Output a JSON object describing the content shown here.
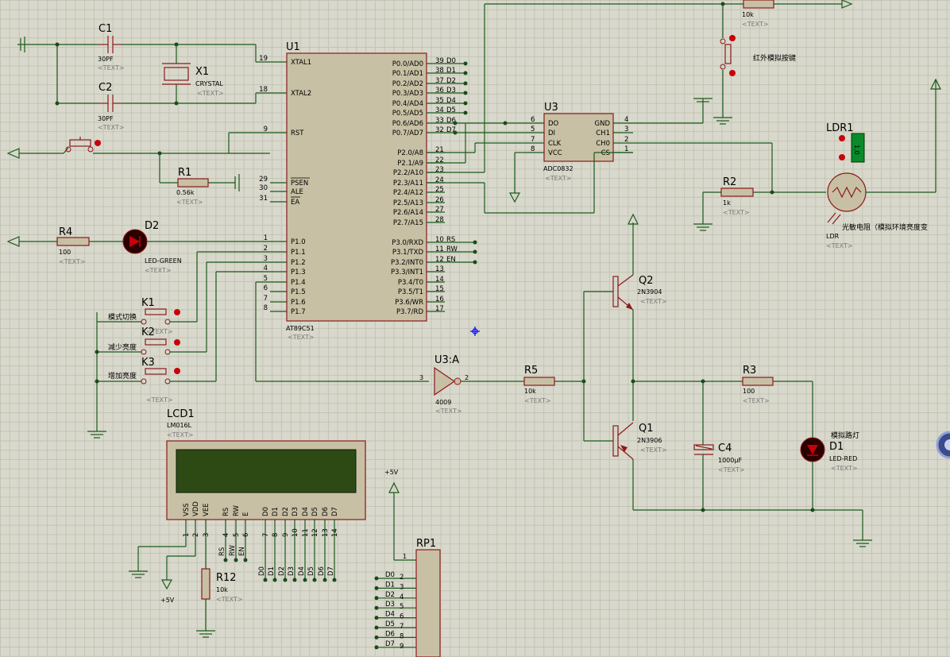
{
  "u1": {
    "ref": "U1",
    "part": "AT89C51",
    "text": "<TEXT>",
    "left_pins": [
      {
        "num": "19",
        "name": "XTAL1"
      },
      {
        "num": "18",
        "name": "XTAL2"
      },
      {
        "num": "9",
        "name": "RST"
      },
      {
        "num": "29",
        "name": "PSEN"
      },
      {
        "num": "30",
        "name": "ALE"
      },
      {
        "num": "31",
        "name": "EA"
      },
      {
        "num": "1",
        "name": "P1.0"
      },
      {
        "num": "2",
        "name": "P1.1"
      },
      {
        "num": "3",
        "name": "P1.2"
      },
      {
        "num": "4",
        "name": "P1.3"
      },
      {
        "num": "5",
        "name": "P1.4"
      },
      {
        "num": "6",
        "name": "P1.5"
      },
      {
        "num": "7",
        "name": "P1.6"
      },
      {
        "num": "8",
        "name": "P1.7"
      }
    ],
    "right_pins": [
      {
        "num": "39",
        "name": "P0.0/AD0",
        "net": "D0"
      },
      {
        "num": "38",
        "name": "P0.1/AD1",
        "net": "D1"
      },
      {
        "num": "37",
        "name": "P0.2/AD2",
        "net": "D2"
      },
      {
        "num": "36",
        "name": "P0.3/AD3",
        "net": "D3"
      },
      {
        "num": "35",
        "name": "P0.4/AD4",
        "net": "D4"
      },
      {
        "num": "34",
        "name": "P0.5/AD5",
        "net": "D5"
      },
      {
        "num": "33",
        "name": "P0.6/AD6",
        "net": "D6"
      },
      {
        "num": "32",
        "name": "P0.7/AD7",
        "net": "D7"
      },
      {
        "num": "21",
        "name": "P2.0/A8",
        "net": ""
      },
      {
        "num": "22",
        "name": "P2.1/A9",
        "net": ""
      },
      {
        "num": "23",
        "name": "P2.2/A10",
        "net": ""
      },
      {
        "num": "24",
        "name": "P2.3/A11",
        "net": ""
      },
      {
        "num": "25",
        "name": "P2.4/A12",
        "net": ""
      },
      {
        "num": "26",
        "name": "P2.5/A13",
        "net": ""
      },
      {
        "num": "27",
        "name": "P2.6/A14",
        "net": ""
      },
      {
        "num": "28",
        "name": "P2.7/A15",
        "net": ""
      },
      {
        "num": "10",
        "name": "P3.0/RXD",
        "net": "RS"
      },
      {
        "num": "11",
        "name": "P3.1/TXD",
        "net": "RW"
      },
      {
        "num": "12",
        "name": "P3.2/INT0",
        "net": "EN"
      },
      {
        "num": "13",
        "name": "P3.3/INT1",
        "net": ""
      },
      {
        "num": "14",
        "name": "P3.4/T0",
        "net": ""
      },
      {
        "num": "15",
        "name": "P3.5/T1",
        "net": ""
      },
      {
        "num": "16",
        "name": "P3.6/WR",
        "net": ""
      },
      {
        "num": "17",
        "name": "P3.7/RD",
        "net": ""
      }
    ]
  },
  "u3": {
    "ref": "U3",
    "part": "ADC0832",
    "text": "<TEXT>",
    "left_pins": [
      {
        "num": "6",
        "name": "DO"
      },
      {
        "num": "5",
        "name": "DI"
      },
      {
        "num": "7",
        "name": "CLK"
      },
      {
        "num": "8",
        "name": "VCC"
      }
    ],
    "right_pins": [
      {
        "num": "4",
        "name": "GND"
      },
      {
        "num": "3",
        "name": "CH1"
      },
      {
        "num": "2",
        "name": "CH0"
      },
      {
        "num": "1",
        "name": "CS"
      }
    ]
  },
  "lcd": {
    "ref": "LCD1",
    "part": "LM016L",
    "text": "<TEXT>",
    "pins": [
      {
        "name": "VSS",
        "num": "1"
      },
      {
        "name": "VDD",
        "num": "2"
      },
      {
        "name": "VEE",
        "num": "3"
      },
      {
        "name": "RS",
        "num": "4"
      },
      {
        "name": "RW",
        "num": "5"
      },
      {
        "name": "E",
        "num": "6"
      },
      {
        "name": "D0",
        "num": "7"
      },
      {
        "name": "D1",
        "num": "8"
      },
      {
        "name": "D2",
        "num": "9"
      },
      {
        "name": "D3",
        "num": "10"
      },
      {
        "name": "D4",
        "num": "11"
      },
      {
        "name": "D5",
        "num": "12"
      },
      {
        "name": "D6",
        "num": "13"
      },
      {
        "name": "D7",
        "num": "14"
      }
    ],
    "net_labels": [
      "RS",
      "RW",
      "EN",
      "D0",
      "D1",
      "D2",
      "D3",
      "D4",
      "D5",
      "D6",
      "D7"
    ]
  },
  "rp1": {
    "ref": "RP1",
    "pin1": "1",
    "nets": [
      {
        "net": "D0",
        "num": "2"
      },
      {
        "net": "D1",
        "num": "3"
      },
      {
        "net": "D2",
        "num": "4"
      },
      {
        "net": "D3",
        "num": "5"
      },
      {
        "net": "D4",
        "num": "6"
      },
      {
        "net": "D5",
        "num": "7"
      },
      {
        "net": "D6",
        "num": "8"
      },
      {
        "net": "D7",
        "num": "9"
      }
    ]
  },
  "u3a": {
    "ref": "U3:A",
    "part": "4009",
    "text": "<TEXT>",
    "in_pin": "3",
    "out_pin": "2"
  },
  "components": {
    "c1": {
      "ref": "C1",
      "value": "30PF",
      "text": "<TEXT>"
    },
    "c2": {
      "ref": "C2",
      "value": "30PF",
      "text": "<TEXT>"
    },
    "x1": {
      "ref": "X1",
      "value": "CRYSTAL",
      "text": "<TEXT>"
    },
    "r1": {
      "ref": "R1",
      "value": "0.56k",
      "text": "<TEXT>"
    },
    "r2": {
      "ref": "R2",
      "value": "1k",
      "text": "<TEXT>"
    },
    "r3": {
      "ref": "R3",
      "value": "100",
      "text": "<TEXT>"
    },
    "r4": {
      "ref": "R4",
      "value": "100",
      "text": "<TEXT>"
    },
    "r5": {
      "ref": "R5",
      "value": "10k",
      "text": "<TEXT>"
    },
    "r12": {
      "ref": "R12",
      "value": "10k",
      "text": "<TEXT>"
    },
    "rtop": {
      "value": "10k",
      "text": "<TEXT>"
    },
    "d1": {
      "ref": "D1",
      "value": "LED-RED",
      "text": "<TEXT>",
      "note": "模拟路灯"
    },
    "d2": {
      "ref": "D2",
      "value": "LED-GREEN",
      "text": "<TEXT>"
    },
    "q1": {
      "ref": "Q1",
      "value": "2N3906",
      "text": "<TEXT>"
    },
    "q2": {
      "ref": "Q2",
      "value": "2N3904",
      "text": "<TEXT>"
    },
    "c4": {
      "ref": "C4",
      "value": "1000µF",
      "text": "<TEXT>"
    },
    "ldr1": {
      "ref": "LDR1",
      "value": "LDR",
      "text": "<TEXT>",
      "note": "光敏电阻（模拟环境亮度变",
      "meter": "1.0"
    },
    "k1": {
      "ref": "K1",
      "note": "模式切换",
      "text": "<TEXT>"
    },
    "k2": {
      "ref": "K2",
      "note": "减少亮度",
      "text": "<TEXT>"
    },
    "k3": {
      "ref": "K3",
      "note": "增加亮度",
      "text": "<TEXT>"
    },
    "ir": {
      "note": "红外模拟按键"
    }
  },
  "power": {
    "plus5v": "+5V"
  },
  "colors": {
    "wire": "#1a5a1a",
    "body": "#c8c0a4",
    "outline": "#8b1a1a",
    "lcd_screen": "#2e4a14",
    "led_red": "#c8000a"
  }
}
